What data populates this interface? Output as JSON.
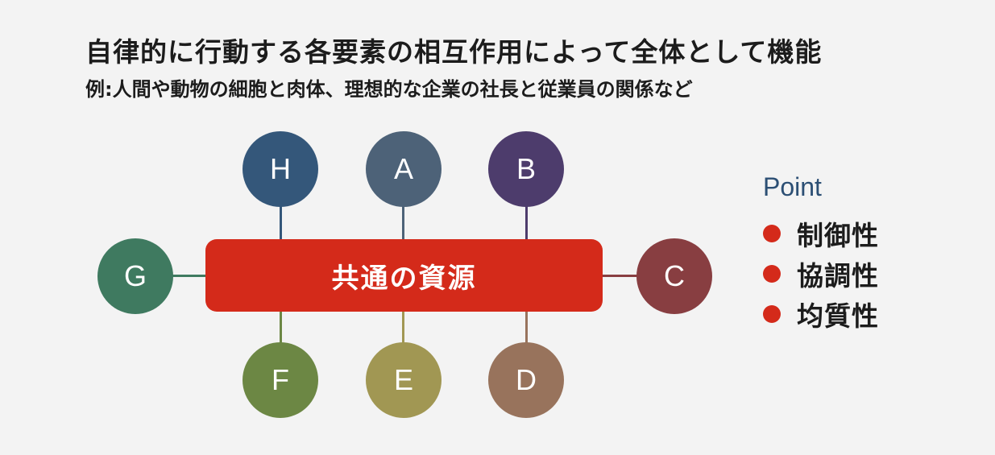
{
  "header": {
    "title": "自律的に行動する各要素の相互作用によって全体として機能",
    "subtitle": "例:人間や動物の細胞と肉体、理想的な企業の社長と従業員の関係など"
  },
  "diagram": {
    "center_label": "共通の資源",
    "center_color": "#d42a1a",
    "nodes": {
      "H": {
        "label": "H",
        "color": "#34577a"
      },
      "A": {
        "label": "A",
        "color": "#4d6278"
      },
      "B": {
        "label": "B",
        "color": "#4d3c6c"
      },
      "C": {
        "label": "C",
        "color": "#883e41"
      },
      "D": {
        "label": "D",
        "color": "#98735c"
      },
      "E": {
        "label": "E",
        "color": "#a19753"
      },
      "F": {
        "label": "F",
        "color": "#6c8744"
      },
      "G": {
        "label": "G",
        "color": "#3f7a60"
      }
    }
  },
  "legend": {
    "title": "Point",
    "items": [
      "制御性",
      "協調性",
      "均質性"
    ],
    "dot_color": "#d42a1a"
  }
}
